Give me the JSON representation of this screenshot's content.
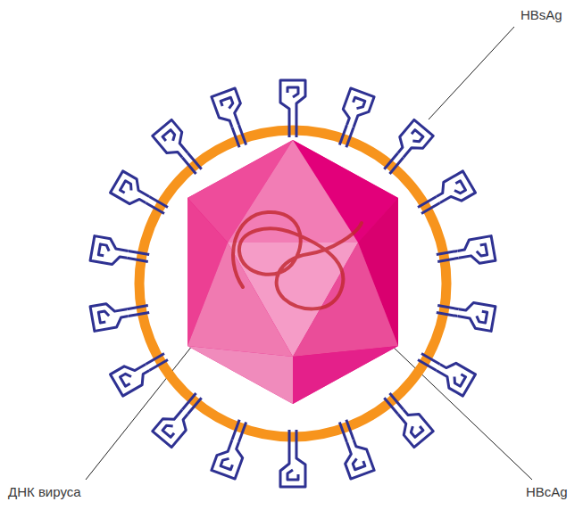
{
  "diagram": {
    "labels": [
      "HBsAg",
      "ДНК вируса",
      "HBcAg"
    ]
  }
}
